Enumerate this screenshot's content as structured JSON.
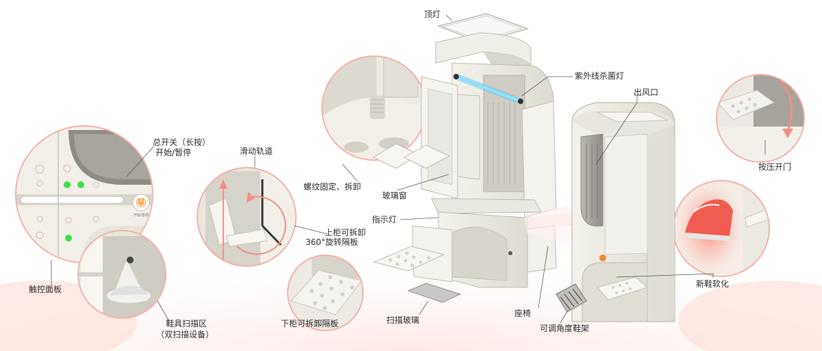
{
  "labels": {
    "top_light": "顶灯",
    "uv_lamp": "紫外线杀菌灯",
    "air_outlet": "出风口",
    "power_switch": "总开关（长按）",
    "start_pause": "开始/暂停",
    "slide_rail": "滑动轨道",
    "screw_fix": "螺纹固定、拆卸",
    "glass_window": "玻璃窗",
    "indicator": "指示灯",
    "upper_partition_1": "上柜可拆卸",
    "upper_partition_2": "360°旋转隔板",
    "touch_panel": "触控面板",
    "scan_zone_1": "鞋具扫描区",
    "scan_zone_2": "（双扫描设备）",
    "lower_partition": "下柜可拆卸隔板",
    "scan_glass": "扫描玻璃",
    "seat": "座椅",
    "adjustable_rack": "可调角度鞋架",
    "press_open": "按压开门",
    "shoe_soften": "新鞋软化"
  },
  "panel_button_text": "开始/暂停",
  "colors": {
    "body": "#efeee6",
    "body_shade": "#dcdad0",
    "outline": "#bdbab0",
    "circle_ring": "#f3b2aa",
    "led_green": "#39e04a",
    "uv_blue": "#57c9f0",
    "warm_glow": "#fbd7d0",
    "power_orange": "#f08a30",
    "label_text": "#2a2a2a",
    "leader_line": "#555555"
  }
}
